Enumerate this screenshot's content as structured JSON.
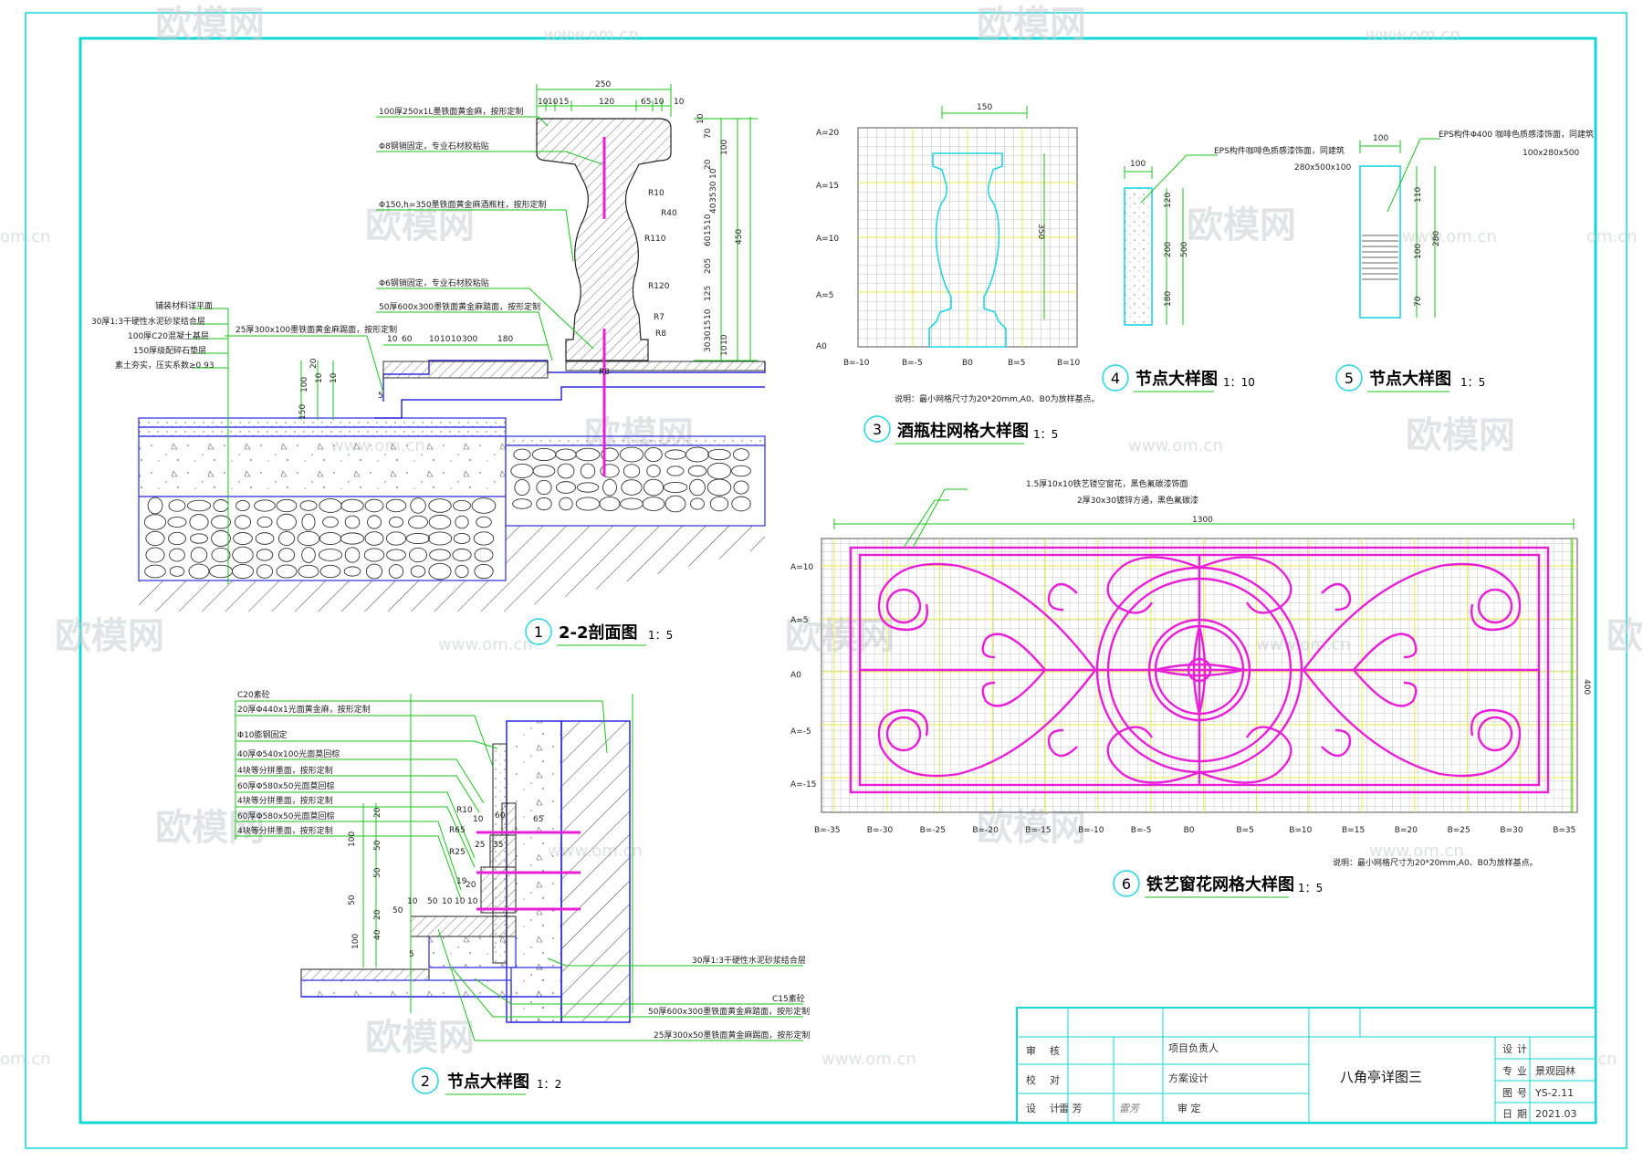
{
  "watermark": {
    "brand": "欧模网",
    "url": "www.om.cn",
    "short": "om.cn"
  },
  "colors": {
    "frame": "#13d6d6",
    "section": "#2b2be0",
    "leader": "#18c418",
    "iron": "#e81fd8",
    "grid": "#7a7a7a",
    "gridYellow": "#e8e84a",
    "baluster": "#22d4e6",
    "rebar": "#e81fd8"
  },
  "detail1": {
    "number": "1",
    "title": "2-2剖面图",
    "scale": "1：5",
    "notes": [
      "100厚250x1L墨铁面黄金麻，按形定制",
      "Φ8钢销固定，专业石材胶粘贴",
      "Φ150,h=350墨铁面黄金麻酒瓶柱，按形定制",
      "Φ6钢销固定，专业石材胶粘贴",
      "50厚600x300墨铁面黄金麻踏面，按形定制",
      "25厚300x100墨铁面黄金麻踢面，按形定制"
    ],
    "leftNotes": [
      "铺装材料详平面",
      "30厚1:3干硬性水泥砂浆结合层",
      "100厚C20混凝土基层",
      "150厚级配碎石垫层",
      "素土夯实，压实系数≥0.93"
    ],
    "dims_top": [
      "250",
      "10",
      "10",
      "15",
      "120",
      "65",
      "10",
      "10"
    ],
    "dims_right": [
      "10",
      "70",
      "100",
      "20",
      "10",
      "30",
      "35",
      "40",
      "10",
      "15",
      "60",
      "205",
      "450",
      "125",
      "10",
      "15",
      "30",
      "30",
      "10",
      "10"
    ],
    "radii": [
      "R10",
      "R40",
      "R110",
      "R120",
      "R7",
      "R8",
      "R8"
    ],
    "dims_step": [
      "10",
      "60",
      "10",
      "10",
      "10",
      "300",
      "180",
      "20",
      "5",
      "100",
      "150",
      "10",
      "10"
    ]
  },
  "detail2": {
    "number": "2",
    "title": "节点大样图",
    "scale": "1：2",
    "notes": [
      "C20素砼",
      "20厚Φ440x1光面黄金麻，按形定制",
      "Φ10膨钢固定",
      "40厚Φ540x100光面莫回棕",
      "4块等分拼墨面，按形定制",
      "60厚Φ580x50光面莫回棕",
      "4块等分拼墨面，按形定制",
      "60厚Φ580x50光面莫回棕",
      "4块等分拼墨面，按形定制"
    ],
    "bottomNotes": [
      "30厚1:3干硬性水泥砂浆结合层",
      "C15素砼",
      "50厚600x300墨铁面黄金麻踏面，按形定制",
      "25厚300x50墨铁面黄金麻踢面，按形定制"
    ],
    "dims": [
      "R10",
      "R65",
      "R25",
      "10",
      "60",
      "25",
      "35",
      "65",
      "19",
      "20",
      "100",
      "20",
      "50",
      "50",
      "20",
      "50",
      "10",
      "50",
      "10",
      "10",
      "10",
      "40",
      "100",
      "50",
      "5"
    ]
  },
  "detail3": {
    "number": "3",
    "title": "酒瓶柱网格大样图",
    "scale": "1：5",
    "rowLabels": [
      "A=20",
      "A=15",
      "A=10",
      "A=5",
      "A0"
    ],
    "colLabels": [
      "B=-10",
      "B=-5",
      "B0",
      "B=5",
      "B=10"
    ],
    "dims": [
      "150",
      "350"
    ],
    "note": "说明：最小网格尺寸为20*20mm,A0、B0为放样基点。"
  },
  "detail4": {
    "number": "4",
    "title": "节点大样图",
    "scale": "1：10",
    "notes": [
      "EPS构件咖啡色质感漆饰面，同建筑",
      "280x500x100"
    ],
    "dims": [
      "100",
      "120",
      "200",
      "500",
      "180"
    ]
  },
  "detail5": {
    "number": "5",
    "title": "节点大样图",
    "scale": "1：5",
    "notes": [
      "EPS构件Φ400 咖啡色质感漆饰面，同建筑",
      "100x280x500"
    ],
    "dims": [
      "100",
      "110",
      "100",
      "280",
      "70"
    ]
  },
  "detail6": {
    "number": "6",
    "title": "铁艺窗花网格大样图",
    "scale": "1：5",
    "notes": [
      "1.5厚10x10铁艺镂空窗花，黑色氟碳漆饰面",
      "2厚30x30镀锌方通，黑色氟碳漆"
    ],
    "width": "1300",
    "height": "400",
    "rowLabels": [
      "A=10",
      "A=5",
      "A0",
      "A=-5",
      "A=-15"
    ],
    "colLabels": [
      "B=-35",
      "B=-30",
      "B=-25",
      "B=-20",
      "B=-15",
      "B=-10",
      "B=-5",
      "B0",
      "B=5",
      "B=10",
      "B=15",
      "B=20",
      "B=25",
      "B=30",
      "B=35"
    ],
    "note": "说明：最小网格尺寸为20*20mm,A0、B0为放样基点。"
  },
  "titleBlock": {
    "rows": [
      [
        "审",
        "核"
      ],
      [
        "校",
        "对"
      ],
      [
        "设",
        "计"
      ]
    ],
    "designer": "雷 芳",
    "signature": "雷芳",
    "mid": [
      "项目负责人",
      "方案设计",
      "审 定"
    ],
    "drawingName": "八角亭详图三",
    "right": [
      [
        "设",
        "计"
      ],
      [
        "专",
        "业"
      ],
      [
        "图",
        "号"
      ],
      [
        "日",
        "期"
      ]
    ],
    "specialty": "景观园林",
    "drawingNo": "YS-2.11",
    "date": "2021.03"
  }
}
